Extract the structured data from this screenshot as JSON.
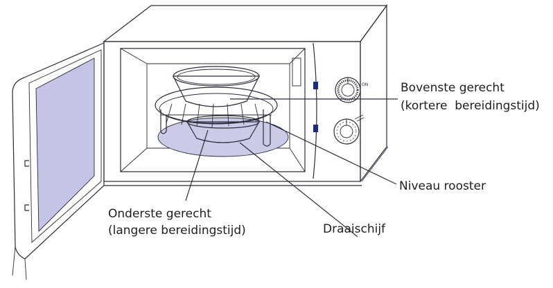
{
  "labels": {
    "upper_dish_line1": "Bovenste gerecht",
    "upper_dish_line2": "(kortere  bereidingstijd)",
    "rack_level": "Niveau rooster",
    "lower_dish_line1": "Onderste gerecht",
    "lower_dish_line2": "(langere bereidingstijd)",
    "turntable": "Draaischijf"
  },
  "colors": {
    "glass": "#c4c4e6",
    "turntable": "#cbcbe8",
    "indicator": "#1f2a7a",
    "outline": "#2a2a3a"
  }
}
